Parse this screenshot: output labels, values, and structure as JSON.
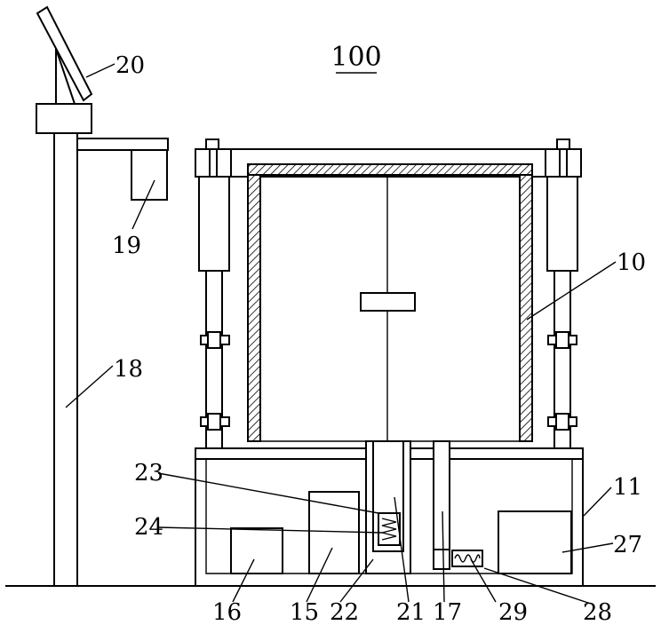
{
  "figure": {
    "title": "100",
    "labels": {
      "l10": "10",
      "l11": "11",
      "l15": "15",
      "l16": "16",
      "l17": "17",
      "l18": "18",
      "l19": "19",
      "l20": "20",
      "l21": "21",
      "l22": "22",
      "l23": "23",
      "l24": "24",
      "l27": "27",
      "l28": "28",
      "l29": "29"
    }
  }
}
